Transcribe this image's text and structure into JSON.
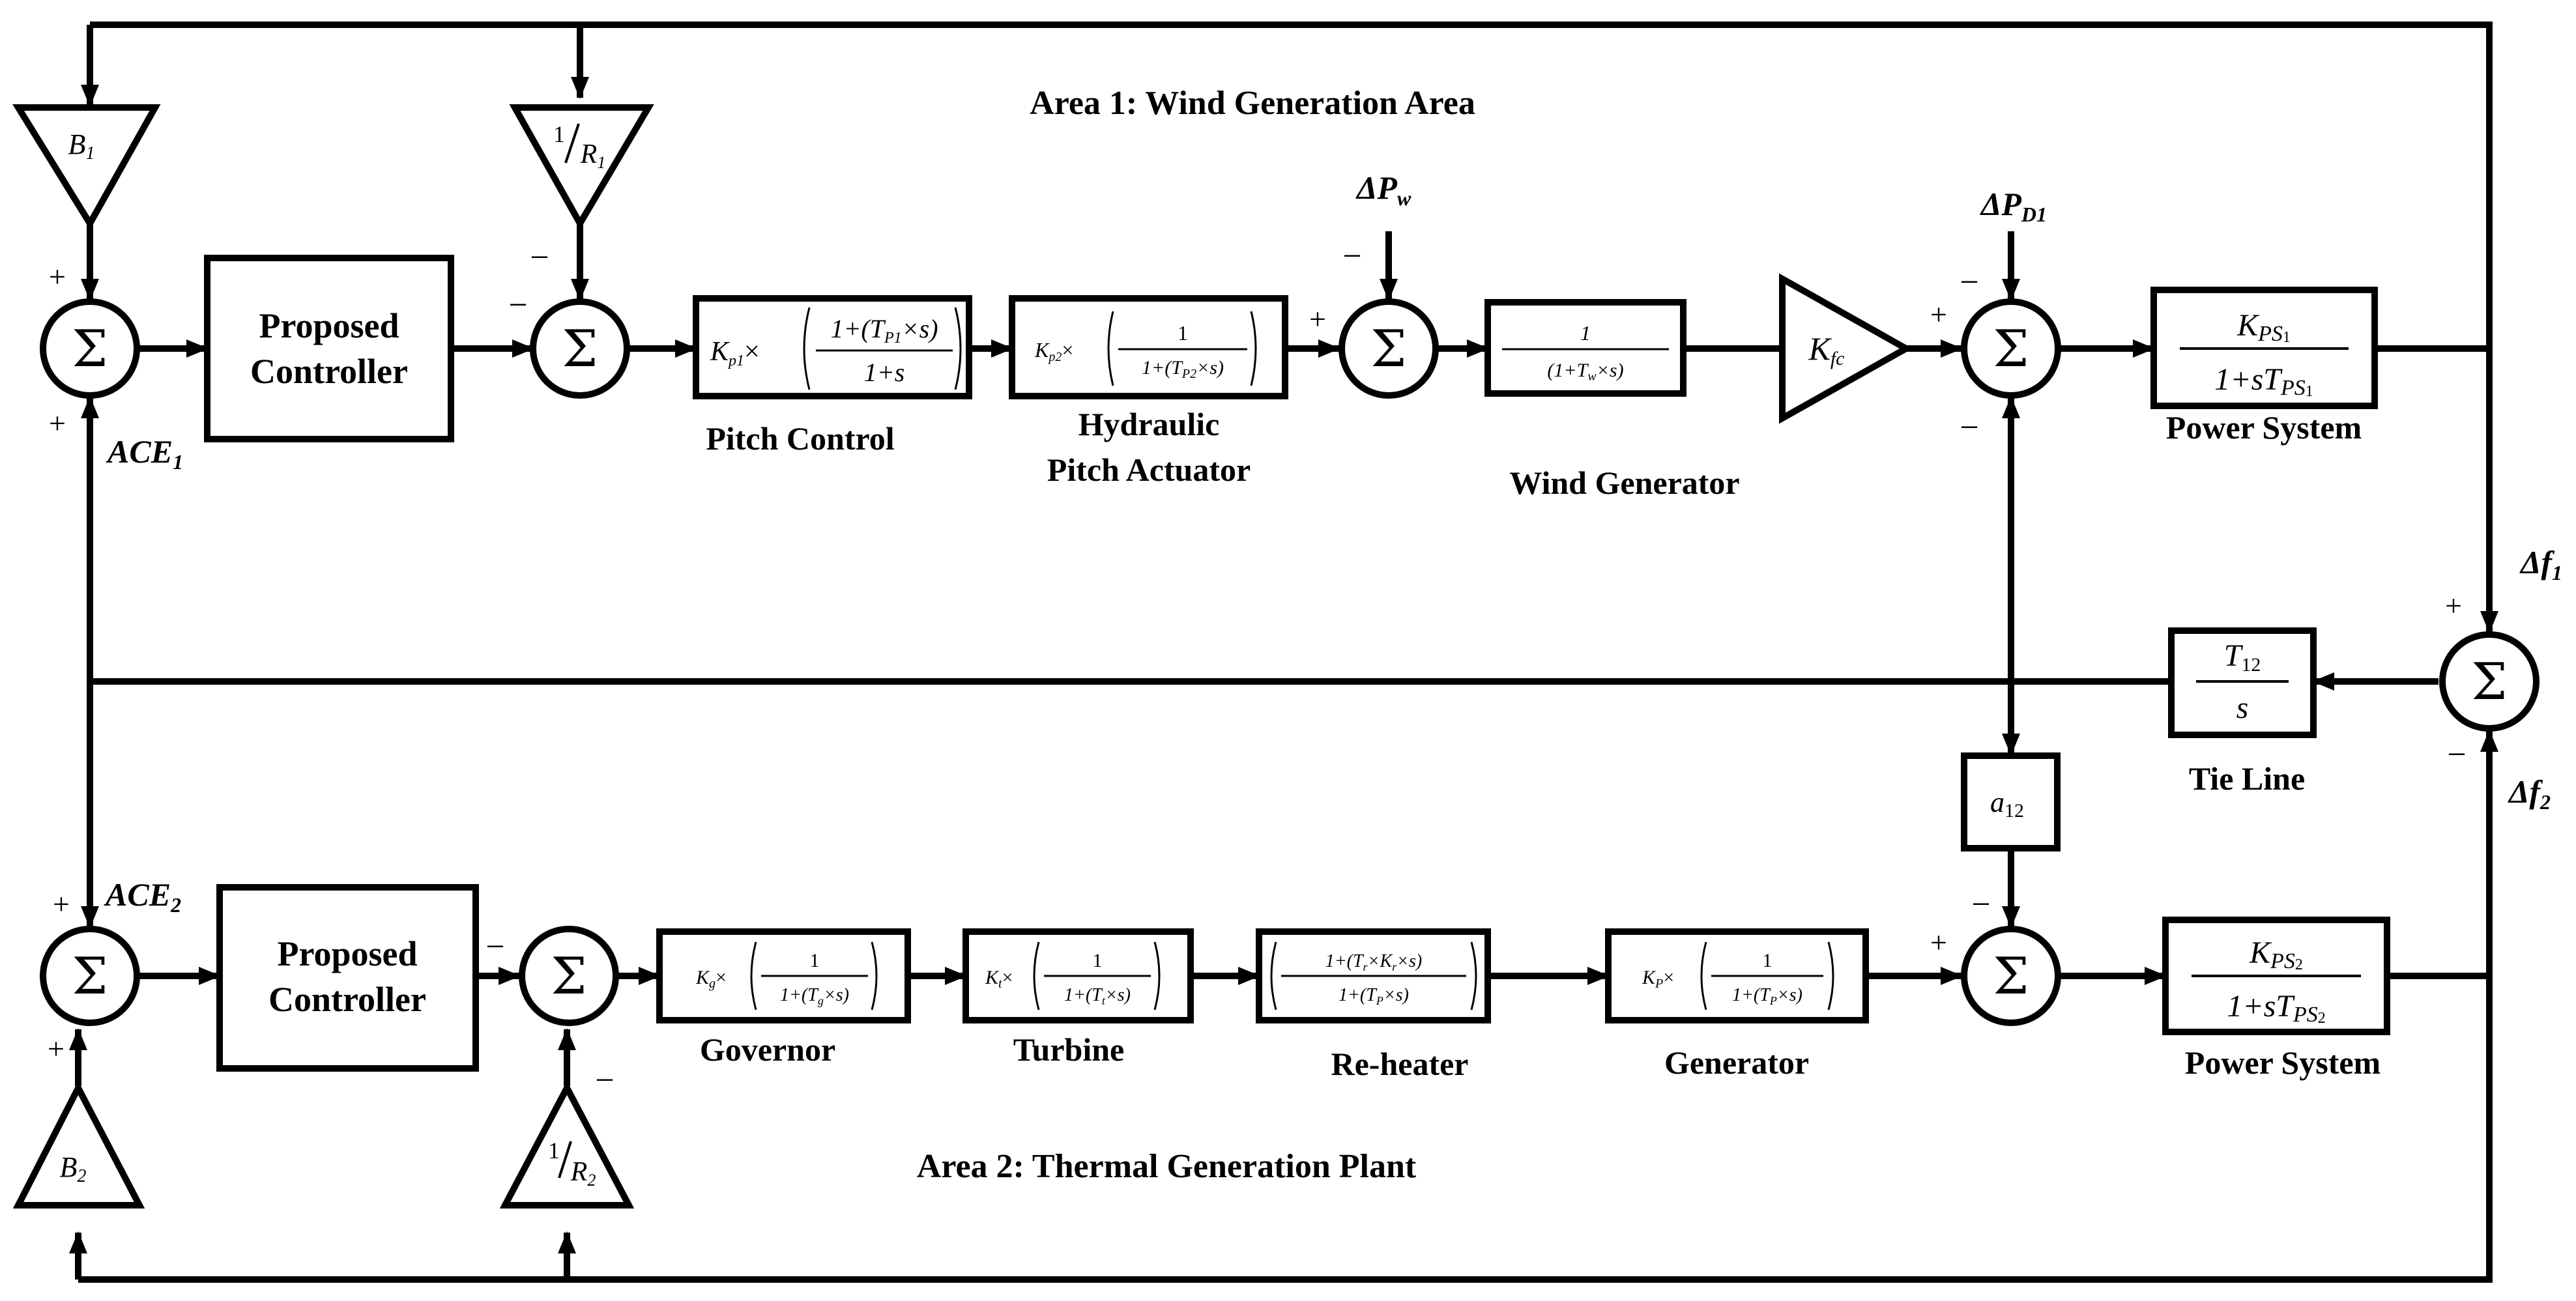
{
  "titles": {
    "area1": "Area 1: Wind Generation Area",
    "area2": "Area 2: Thermal Generation Plant"
  },
  "controllers": {
    "line1": "Proposed",
    "line2": "Controller"
  },
  "sigma": "Σ",
  "signs": {
    "plus": "+",
    "minus": "−"
  },
  "gains": {
    "b1_base": "B",
    "b1_sub": "1",
    "b2_base": "B",
    "b2_sub": "2",
    "r_num": "1",
    "r1_base": "R",
    "r1_sub": "1",
    "r2_base": "R",
    "r2_sub": "2",
    "kfc_base": "K",
    "kfc_sub": "fc"
  },
  "signals": {
    "ace1_base": "ACE",
    "ace1_sub": "1",
    "ace2_base": "ACE",
    "ace2_sub": "2",
    "dpw_base": "ΔP",
    "dpw_sub": "w",
    "dpd1_base": "ΔP",
    "dpd1_sub": "D1",
    "df1_base": "Δf",
    "df1_sub": "1",
    "df2_base": "Δf",
    "df2_sub": "2"
  },
  "blocks": {
    "pitch_control": "Pitch Control",
    "hydraulic_1": "Hydraulic",
    "hydraulic_2": "Pitch Actuator",
    "wind_generator": "Wind Generator",
    "power_system": "Power System",
    "tie_line": "Tie Line",
    "governor": "Governor",
    "turbine": "Turbine",
    "reheater": "Re-heater",
    "generator": "Generator"
  },
  "formulas": {
    "pitch_gain": "K",
    "pitch_gain_sub": "p1",
    "pitch_num": "1+(T",
    "pitch_num_sub": "P1",
    "pitch_num_end": "×s)",
    "pitch_den": "1+s",
    "hyd_gain": "K",
    "hyd_gain_sub": "p2",
    "hyd_num": "1",
    "hyd_den": "1+(T",
    "hyd_den_sub": "P2",
    "hyd_den_end": "×s)",
    "wind_num": "1",
    "wind_den": "(1+T",
    "wind_den_sub": "w",
    "wind_den_end": "×s)",
    "ps_num": "K",
    "ps_num_sub": "PS",
    "ps_den": "1+sT",
    "ps_den_sub": "PS",
    "ps1_idx": "1",
    "ps2_idx": "2",
    "tie_num": "T",
    "tie_num_sub": "12",
    "tie_den": "s",
    "a12_base": "a",
    "a12_sub": "12",
    "gov_gain": "K",
    "gov_gain_sub": "g",
    "gov_num": "1",
    "gov_den": "1+(T",
    "gov_den_sub": "g",
    "gov_den_end": "×s)",
    "tur_gain": "K",
    "tur_gain_sub": "t",
    "tur_num": "1",
    "tur_den": "1+(T",
    "tur_den_sub": "t",
    "tur_den_end": "×s)",
    "rh_num": "1+(T",
    "rh_num_sub1": "r",
    "rh_num_mid": "×K",
    "rh_num_sub2": "r",
    "rh_num_end": "×s)",
    "rh_den": "1+(T",
    "rh_den_sub": "P",
    "rh_den_end": "×s)",
    "gen_gain": "K",
    "gen_gain_sub": "P",
    "gen_num": "1",
    "gen_den": "1+(T",
    "gen_den_sub": "P",
    "gen_den_end": "×s)"
  }
}
